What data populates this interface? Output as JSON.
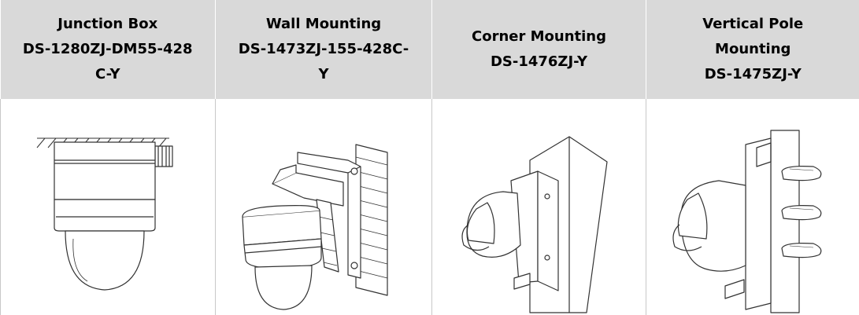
{
  "columns": [
    {
      "title": "Junction Box",
      "model_lines": [
        "DS-1280ZJ-DM55-428",
        "C-Y"
      ],
      "image_icon": "junction-box-camera-icon"
    },
    {
      "title": "Wall Mounting",
      "model_lines": [
        "DS-1473ZJ-155-428C-",
        "Y"
      ],
      "image_icon": "wall-mount-camera-icon"
    },
    {
      "title": "Corner Mounting",
      "model_lines": [
        "DS-1476ZJ-Y"
      ],
      "image_icon": "corner-mount-camera-icon"
    },
    {
      "title_lines": [
        "Vertical Pole",
        "Mounting"
      ],
      "model_lines": [
        "DS-1475ZJ-Y"
      ],
      "image_icon": "pole-mount-camera-icon"
    }
  ],
  "colors": {
    "header_bg": "#d9d9d9",
    "border": "#c8c8c8",
    "line_art": "#333333"
  }
}
